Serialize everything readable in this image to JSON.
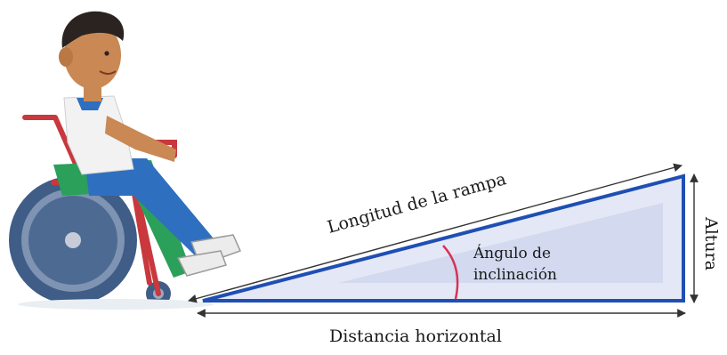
{
  "diagram": {
    "ramp_length_label": "Longitud de la rampa",
    "height_label": "Altura",
    "horizontal_distance_label": "Distancia horizontal",
    "angle_label_line1": "Ángulo de",
    "angle_label_line2": "inclinación"
  },
  "colors": {
    "ramp_fill": "#e4e8f6",
    "ramp_stroke": "#1f4fb3",
    "angle_arc": "#d8325a",
    "dimension_lines": "#333333",
    "wheelchair_frame": "#c8383d",
    "wheel": "#3f5d86",
    "shirt": "#f2f2f2",
    "pants": "#2f6fbf",
    "seat": "#2aa05a",
    "skin": "#c98854",
    "hair": "#2b2320"
  },
  "icons": [
    "boy-in-wheelchair-illustration"
  ]
}
